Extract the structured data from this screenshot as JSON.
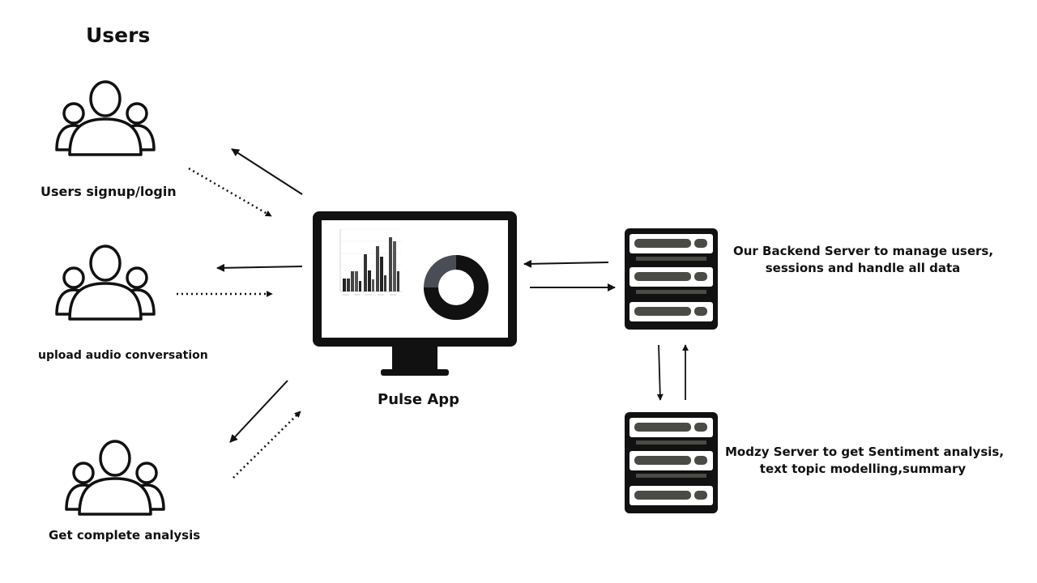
{
  "title": "Users",
  "labels": {
    "signup": "Users signup/login",
    "upload": "upload audio conversation",
    "analysis": "Get complete analysis",
    "app": "Pulse App",
    "backend_line1": "Our Backend Server to manage users,",
    "backend_line2": "sessions and handle all data",
    "modzy_line1": "Modzy Server to get Sentiment analysis,",
    "modzy_line2": "text topic modelling,summary"
  },
  "icons": {
    "users": "users-group-icon",
    "app": "monitor-icon",
    "server": "server-rack-icon"
  },
  "colors": {
    "ink": "#111111",
    "server_bar": "#4a4b45",
    "donut_light": "#4a4d55"
  }
}
